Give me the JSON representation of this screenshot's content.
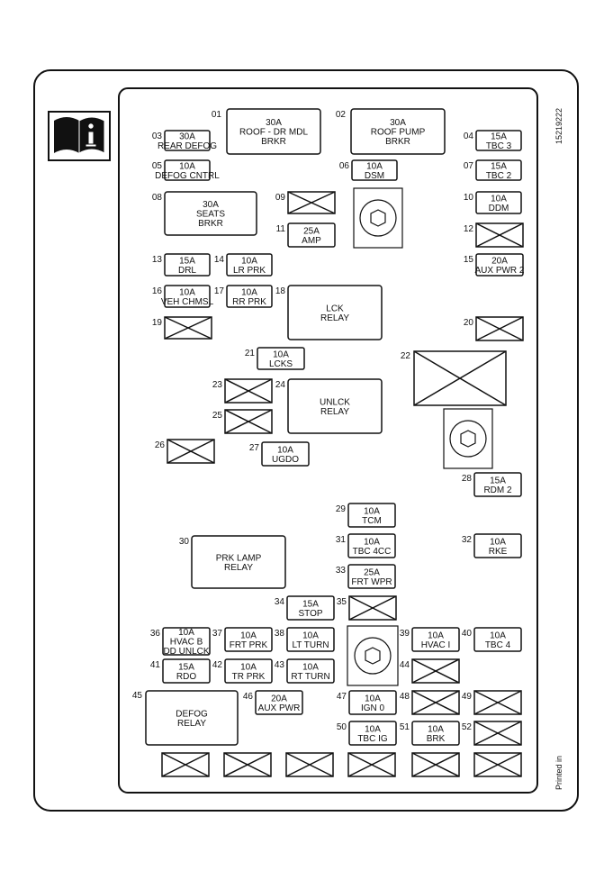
{
  "part_number": "15219222",
  "footer_note": "Printed in",
  "info_icon": "info-manual-icon",
  "fuses": [
    {
      "id": "01",
      "lines": [
        "30A",
        "ROOF - DR MDL",
        "BRKR"
      ]
    },
    {
      "id": "02",
      "lines": [
        "30A",
        "ROOF PUMP",
        "BRKR"
      ]
    },
    {
      "id": "03",
      "lines": [
        "30A",
        "REAR DEFOG"
      ]
    },
    {
      "id": "04",
      "lines": [
        "15A",
        "TBC 3"
      ]
    },
    {
      "id": "05",
      "lines": [
        "10A",
        "DEFOG CNTRL"
      ]
    },
    {
      "id": "06",
      "lines": [
        "10A",
        "DSM"
      ]
    },
    {
      "id": "07",
      "lines": [
        "15A",
        "TBC 2"
      ]
    },
    {
      "id": "08",
      "lines": [
        "30A",
        "SEATS",
        "BRKR"
      ]
    },
    {
      "id": "09",
      "lines": []
    },
    {
      "id": "10",
      "lines": [
        "10A",
        "DDM"
      ]
    },
    {
      "id": "11",
      "lines": [
        "25A",
        "AMP"
      ]
    },
    {
      "id": "12",
      "lines": []
    },
    {
      "id": "13",
      "lines": [
        "15A",
        "DRL"
      ]
    },
    {
      "id": "14",
      "lines": [
        "10A",
        "LR PRK"
      ]
    },
    {
      "id": "15",
      "lines": [
        "20A",
        "AUX PWR 2"
      ]
    },
    {
      "id": "16",
      "lines": [
        "10A",
        "VEH CHMSL"
      ]
    },
    {
      "id": "17",
      "lines": [
        "10A",
        "RR PRK"
      ]
    },
    {
      "id": "18",
      "lines": [
        "LCK",
        "RELAY"
      ]
    },
    {
      "id": "19",
      "lines": []
    },
    {
      "id": "20",
      "lines": []
    },
    {
      "id": "21",
      "lines": [
        "10A",
        "LCKS"
      ]
    },
    {
      "id": "22",
      "lines": []
    },
    {
      "id": "23",
      "lines": []
    },
    {
      "id": "24",
      "lines": [
        "UNLCK",
        "RELAY"
      ]
    },
    {
      "id": "25",
      "lines": []
    },
    {
      "id": "26",
      "lines": []
    },
    {
      "id": "27",
      "lines": [
        "10A",
        "UGDO"
      ]
    },
    {
      "id": "28",
      "lines": [
        "15A",
        "RDM 2"
      ]
    },
    {
      "id": "29",
      "lines": [
        "10A",
        "TCM"
      ]
    },
    {
      "id": "30",
      "lines": [
        "PRK LAMP",
        "RELAY"
      ]
    },
    {
      "id": "31",
      "lines": [
        "10A",
        "TBC 4CC"
      ]
    },
    {
      "id": "32",
      "lines": [
        "10A",
        "RKE"
      ]
    },
    {
      "id": "33",
      "lines": [
        "25A",
        "FRT WPR"
      ]
    },
    {
      "id": "34",
      "lines": [
        "15A",
        "STOP"
      ]
    },
    {
      "id": "35",
      "lines": []
    },
    {
      "id": "36",
      "lines": [
        "10A",
        "HVAC B",
        "DD UNLCK"
      ]
    },
    {
      "id": "37",
      "lines": [
        "10A",
        "FRT PRK"
      ]
    },
    {
      "id": "38",
      "lines": [
        "10A",
        "LT TURN"
      ]
    },
    {
      "id": "39",
      "lines": [
        "10A",
        "HVAC I"
      ]
    },
    {
      "id": "40",
      "lines": [
        "10A",
        "TBC 4"
      ]
    },
    {
      "id": "41",
      "lines": [
        "15A",
        "RDO"
      ]
    },
    {
      "id": "42",
      "lines": [
        "10A",
        "TR PRK"
      ]
    },
    {
      "id": "43",
      "lines": [
        "10A",
        "RT TURN"
      ]
    },
    {
      "id": "44",
      "lines": []
    },
    {
      "id": "45",
      "lines": [
        "DEFOG",
        "RELAY"
      ]
    },
    {
      "id": "46",
      "lines": [
        "20A",
        "AUX PWR"
      ]
    },
    {
      "id": "47",
      "lines": [
        "10A",
        "IGN 0"
      ]
    },
    {
      "id": "48",
      "lines": []
    },
    {
      "id": "49",
      "lines": []
    },
    {
      "id": "50",
      "lines": [
        "10A",
        "TBC IG"
      ]
    },
    {
      "id": "51",
      "lines": [
        "10A",
        "BRK"
      ]
    },
    {
      "id": "52",
      "lines": []
    }
  ]
}
